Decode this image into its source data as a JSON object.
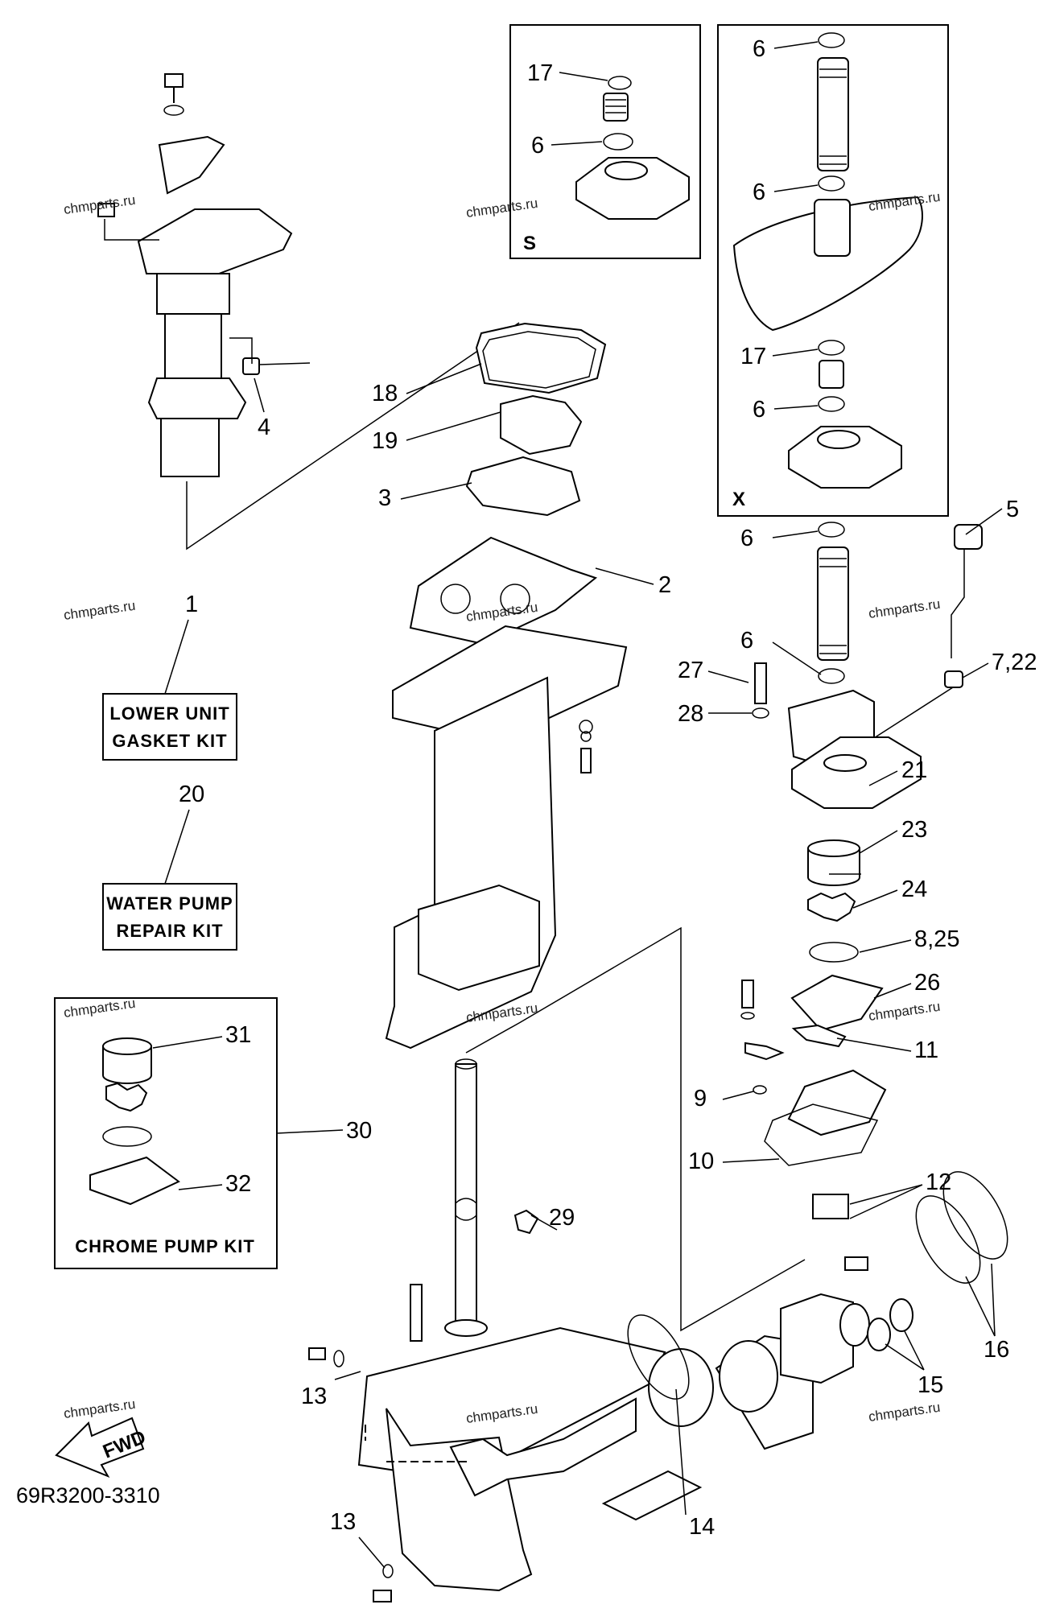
{
  "diagram": {
    "part_number": "69R3200-3310",
    "fwd_label": "FWD",
    "watermark": "chmparts.ru",
    "inset_s": {
      "tag": "S",
      "labels": [
        "17",
        "6"
      ]
    },
    "inset_x": {
      "tag": "X",
      "labels": [
        "6",
        "6",
        "17",
        "6"
      ]
    },
    "kits": {
      "lower_unit": {
        "number": "1",
        "line1": "LOWER UNIT",
        "line2": "GASKET KIT"
      },
      "water_pump": {
        "number": "20",
        "line1": "WATER PUMP",
        "line2": "REPAIR KIT"
      },
      "chrome_pump": {
        "number": "30",
        "title": "CHROME PUMP KIT",
        "labels": [
          "31",
          "32"
        ]
      }
    },
    "callouts": [
      "18",
      "19",
      "3",
      "2",
      "4",
      "5",
      "6",
      "6",
      "7,22",
      "27",
      "28",
      "21",
      "23",
      "24",
      "8,25",
      "26",
      "11",
      "9",
      "10",
      "12",
      "29",
      "13",
      "13",
      "14",
      "15",
      "16"
    ]
  }
}
